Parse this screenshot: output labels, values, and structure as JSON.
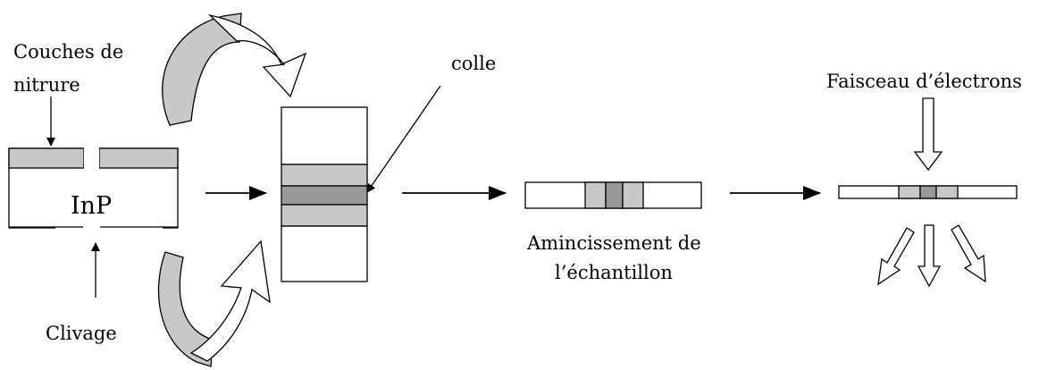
{
  "labels": {
    "couches_line1": "Couches de",
    "couches_line2": "nitrure",
    "inp": "InP",
    "clivage": "Clivage",
    "colle": "colle",
    "amincissement_line1": "Amincissement de",
    "amincissement_line2": "l’échantillon",
    "faisceau": "Faisceau d’électrons"
  },
  "colors": {
    "nitride_layer": "#c8c8c8",
    "glue_layer": "#999999",
    "stroke": "#000000",
    "background": "#ffffff"
  }
}
